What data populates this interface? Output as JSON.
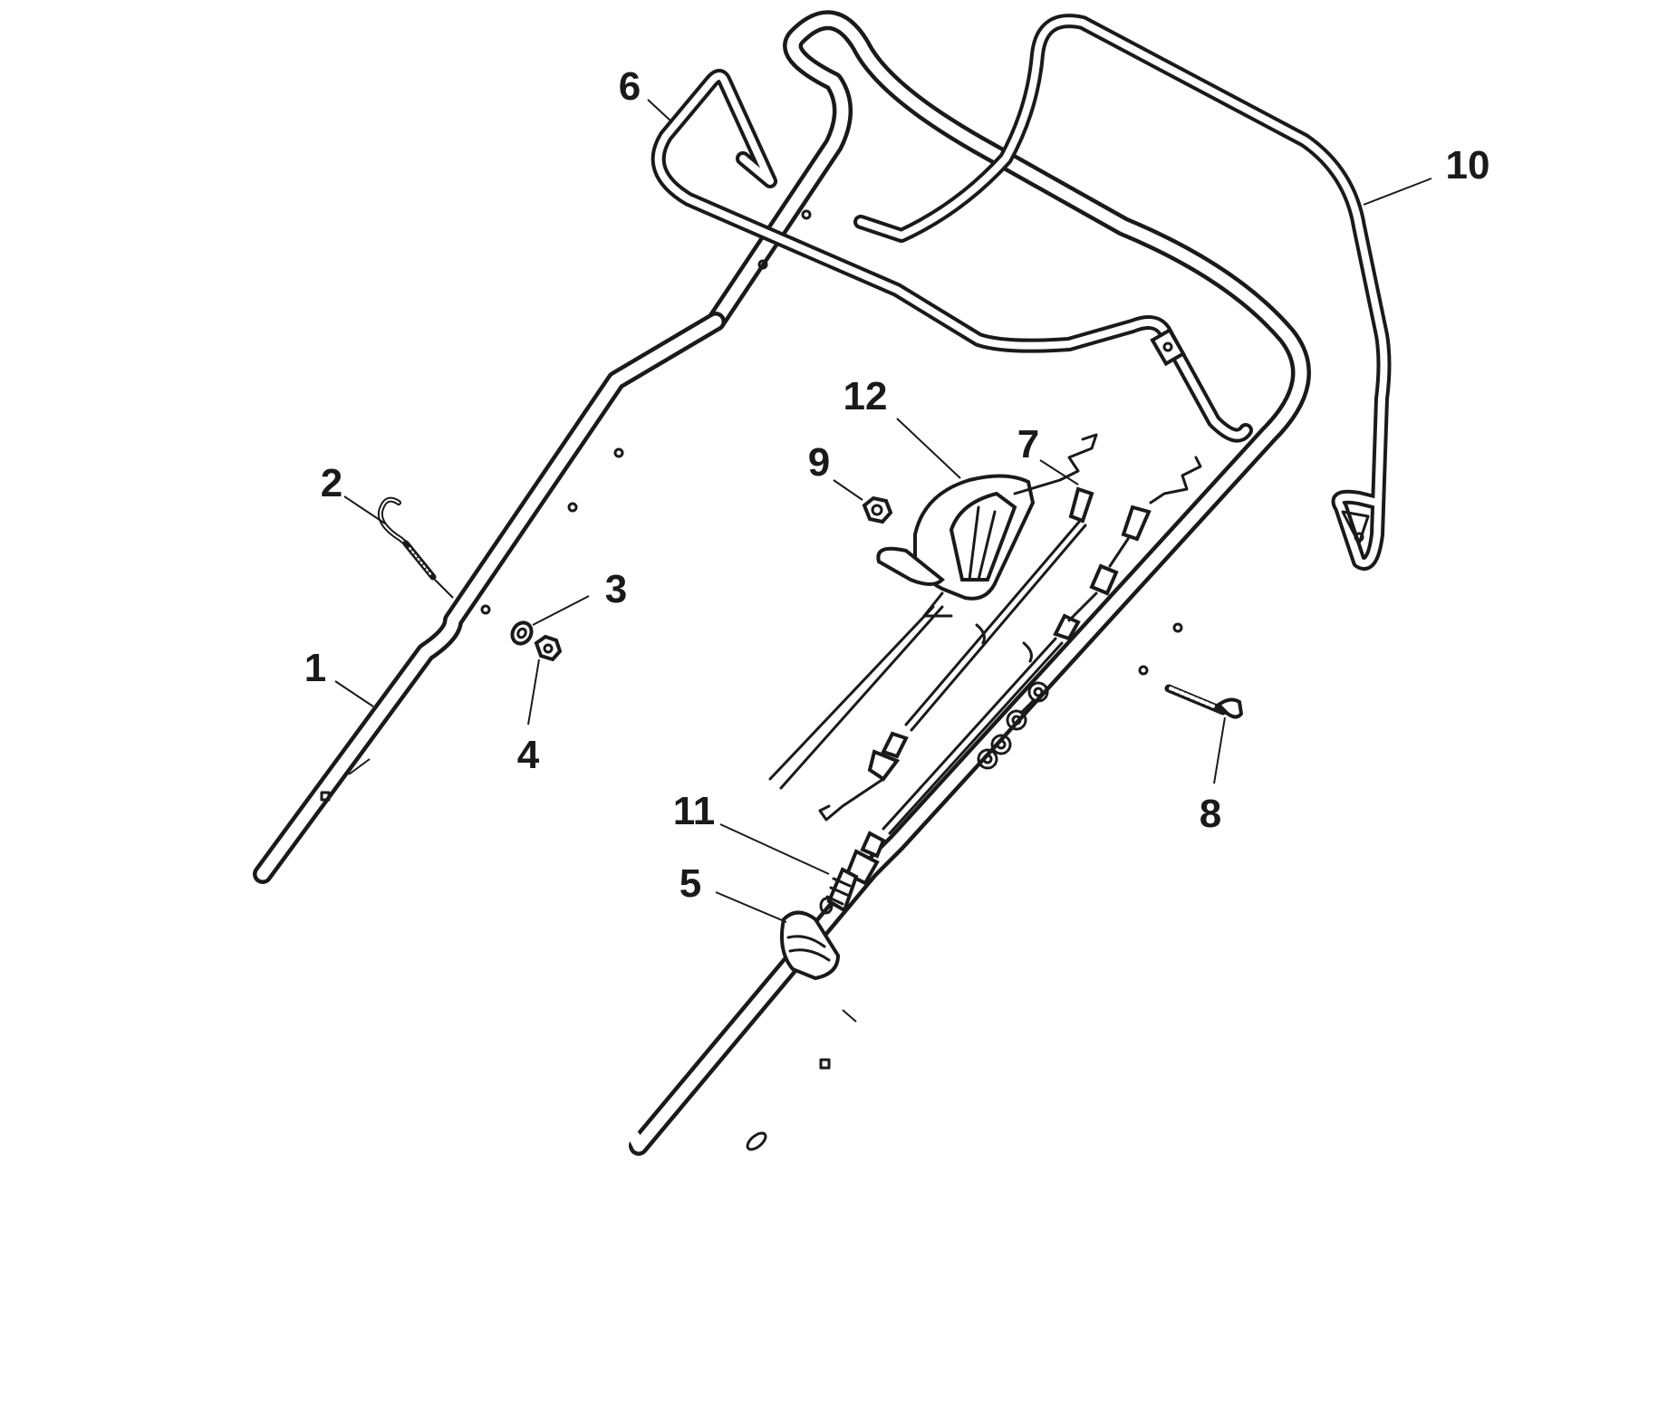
{
  "callouts": [
    {
      "id": "1",
      "label": "1",
      "part": "lower-handle"
    },
    {
      "id": "2",
      "label": "2",
      "part": "eye-bolt"
    },
    {
      "id": "3",
      "label": "3",
      "part": "washer"
    },
    {
      "id": "4",
      "label": "4",
      "part": "nut"
    },
    {
      "id": "5",
      "label": "5",
      "part": "cable-clip"
    },
    {
      "id": "6",
      "label": "6",
      "part": "stop-lever"
    },
    {
      "id": "7",
      "label": "7",
      "part": "drive-cable"
    },
    {
      "id": "8",
      "label": "8",
      "part": "handle-bolt"
    },
    {
      "id": "9",
      "label": "9",
      "part": "small-nut"
    },
    {
      "id": "10",
      "label": "10",
      "part": "drive-bail"
    },
    {
      "id": "11",
      "label": "11",
      "part": "brake-cable"
    },
    {
      "id": "12",
      "label": "12",
      "part": "throttle-control"
    }
  ],
  "colors": {
    "line": "#1a1a1a",
    "background": "#ffffff"
  }
}
